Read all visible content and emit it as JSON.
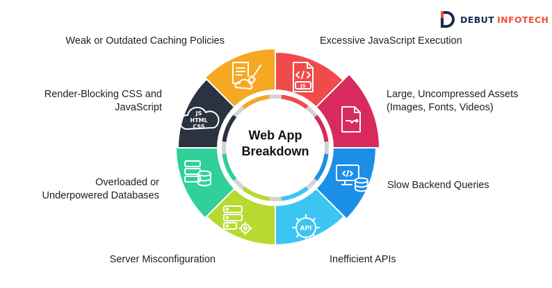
{
  "brand": {
    "part1": "DEBUT",
    "part2": "INFOTECH"
  },
  "center": {
    "line1": "Web App",
    "line2": "Breakdown"
  },
  "segments": [
    {
      "label": "Excessive JavaScript Execution",
      "icon": "javascript-file-icon",
      "color": "#f04a4a"
    },
    {
      "label_lines": [
        "Large, Uncompressed Assets",
        "(Images, Fonts, Videos)"
      ],
      "icon": "compressed-file-icon",
      "color": "#d92a5d"
    },
    {
      "label": "Slow Backend Queries",
      "icon": "monitor-database-icon",
      "color": "#1b8fe6"
    },
    {
      "label": "Inefficient APIs",
      "icon": "api-gear-icon",
      "color": "#3cc5f2"
    },
    {
      "label": "Server Misconfiguration",
      "icon": "server-settings-icon",
      "color": "#b8d930"
    },
    {
      "label_lines": [
        "Overloaded or",
        "Underpowered Databases"
      ],
      "icon": "database-server-icon",
      "color": "#2fd09a"
    },
    {
      "label_lines": [
        "Render-Blocking CSS and",
        "JavaScript"
      ],
      "icon": "js-html-css-cloud-icon",
      "color": "#2b3240"
    },
    {
      "label": "Weak or Outdated Caching Policies",
      "icon": "cache-cleaning-icon",
      "color": "#f6a823"
    }
  ],
  "colors": {
    "ring_bg": "#ffffff",
    "center_ring": "#cfcfcf"
  }
}
